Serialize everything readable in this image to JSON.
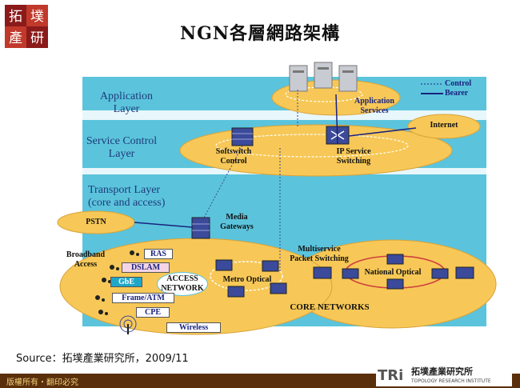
{
  "title": "NGN各層網路架構",
  "logo_text": [
    "拓",
    "墣",
    "產",
    "研"
  ],
  "layers": {
    "application": [
      "Application",
      "Layer"
    ],
    "service_control": [
      "Service Control",
      "Layer"
    ],
    "transport": [
      "Transport Layer",
      "(core and access)"
    ]
  },
  "legend": {
    "control": "Control",
    "bearer": "Bearer"
  },
  "labels": {
    "application_services": [
      "Application",
      "Services"
    ],
    "internet": "Internet",
    "softswitch": [
      "Softswitch",
      "Control"
    ],
    "ip_service": [
      "IP Service",
      "Switching"
    ],
    "pstn": "PSTN",
    "media_gateways": [
      "Media",
      "Gateways"
    ],
    "broadband_access": [
      "Broadband",
      "Access"
    ],
    "access_network": [
      "ACCESS",
      "NETWORK"
    ],
    "multiservice": [
      "Multiservice",
      "Packet Switching"
    ],
    "metro_optical": "Metro Optical",
    "national_optical": "National Optical",
    "core_networks": "CORE NETWORKS"
  },
  "access_boxes": [
    "RAS",
    "DSLAM",
    "GbE",
    "Frame/ATM",
    "CPE",
    "Wireless"
  ],
  "source": "Source：拓墣產業研究所，2009/11",
  "footer_left": "版權所有・翻印必究",
  "footer_logo": {
    "mark": "TRi",
    "name": "拓墣產業研究所",
    "sub": "TOPOLOGY RESEARCH INSTITUTE"
  },
  "colors": {
    "band": "#5bc4dc",
    "disc": "#f6c85f",
    "footer": "#5a2f0c"
  }
}
